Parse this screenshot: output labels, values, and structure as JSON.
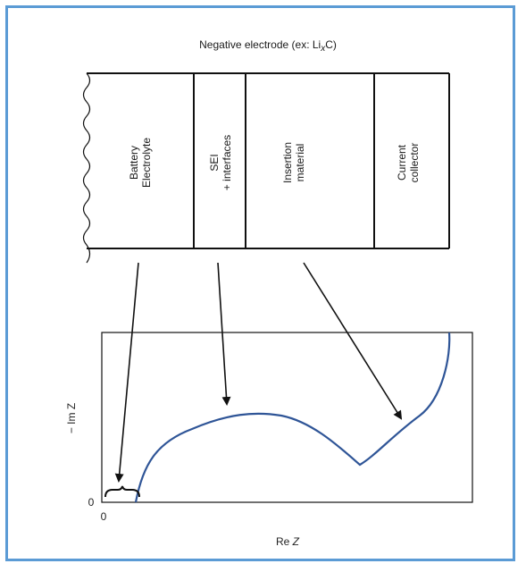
{
  "diagram": {
    "title": "Negative electrode (ex: Li",
    "title_sub": "x",
    "title_end": "C)",
    "layers": [
      {
        "line1": "Battery",
        "line2": "Electrolyte"
      },
      {
        "line1": "SEI",
        "line2": "+ interfaces"
      },
      {
        "line1": "Insertion",
        "line2": "material"
      },
      {
        "line1": "Current",
        "line2": "collector"
      }
    ],
    "plot": {
      "y_label": "− Im Z",
      "x_label": "Re ",
      "x_label_italic": "Z",
      "origin_y": "0",
      "origin_x": "0"
    },
    "colors": {
      "frame": "#5b9bd5",
      "curve": "#2f5597",
      "lines": "#111111"
    }
  }
}
